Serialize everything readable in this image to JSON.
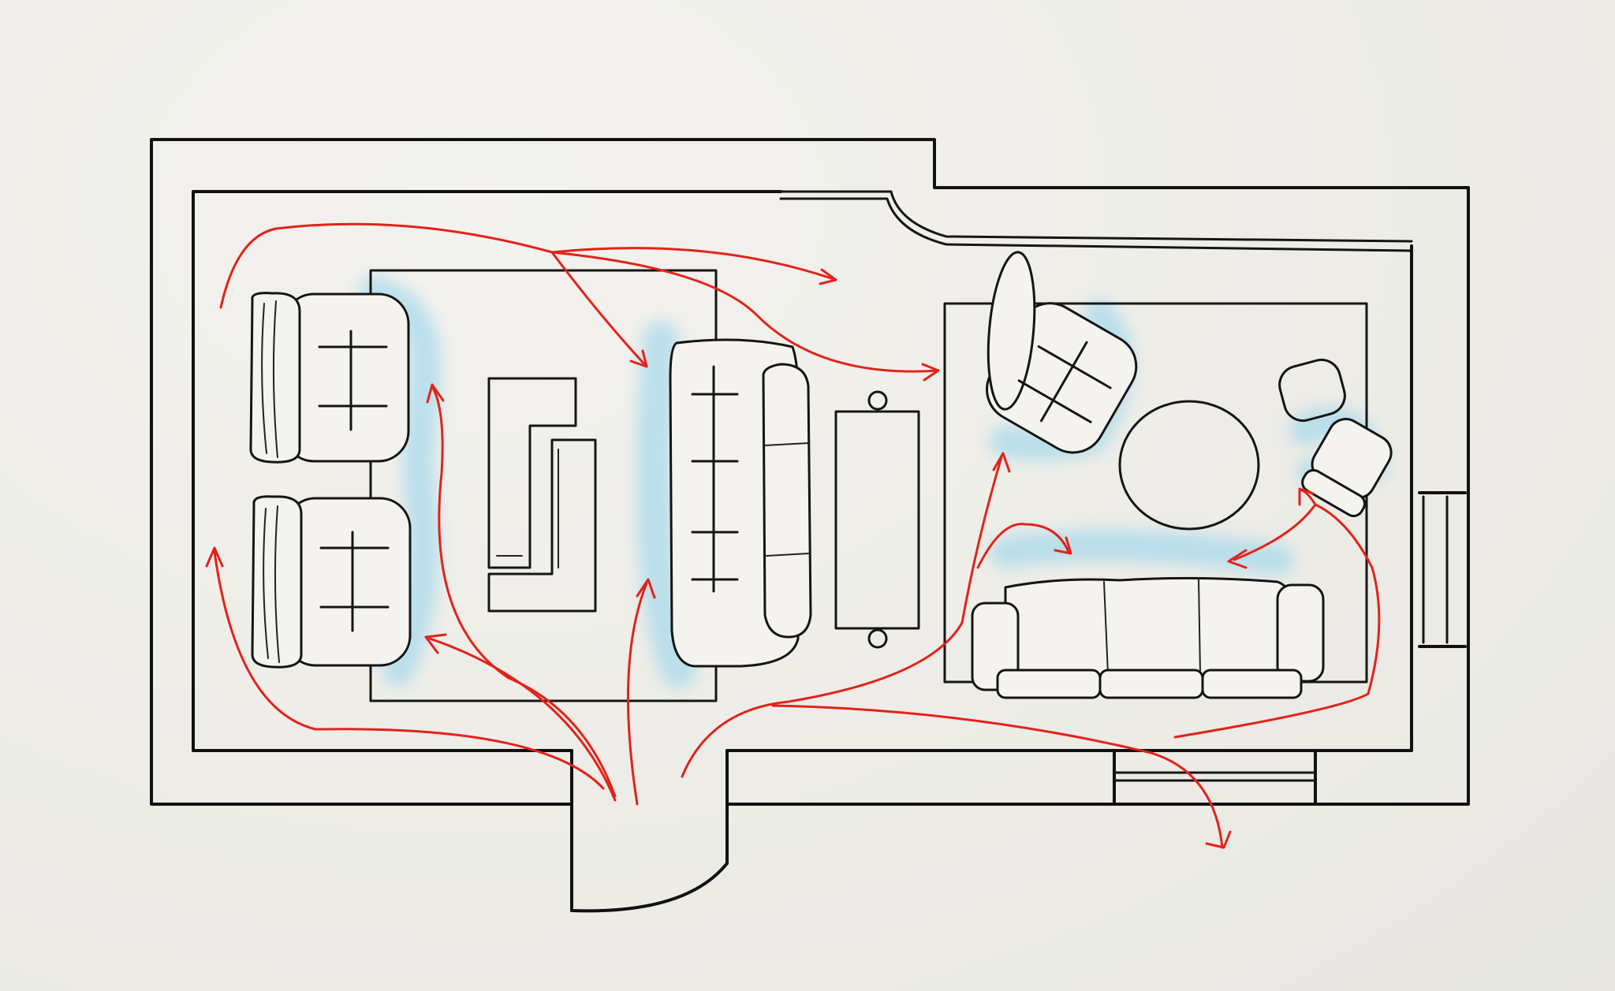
{
  "diagram": {
    "kind": "floor-plan-sketch",
    "colors": {
      "paper": "#efeee9",
      "ink": "#151515",
      "circulation_path": "#e2231a",
      "seating_highlight": "#8fd3ec"
    },
    "elements": [
      "outer-wall",
      "inner-wall",
      "entrance-door",
      "window-top",
      "window-right",
      "window-bottom",
      "rug-left",
      "rug-right",
      "armchair-top-left",
      "armchair-bottom-left",
      "sofa-center",
      "coffee-table",
      "side-table-l-shape",
      "armchair-rotated",
      "round-table",
      "pouf-small",
      "pouf-chair",
      "sofa-large"
    ],
    "circulation_arrows": 16
  }
}
